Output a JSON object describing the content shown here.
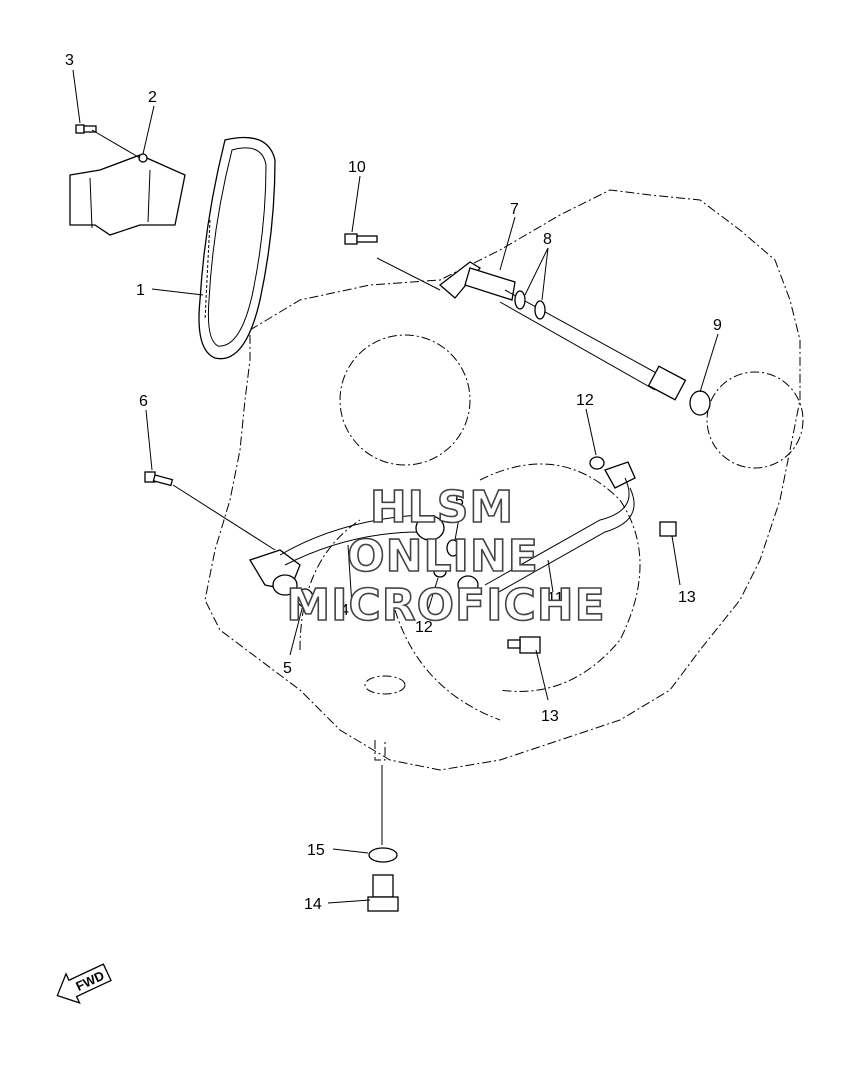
{
  "callouts": [
    {
      "id": "c1",
      "label": "1"
    },
    {
      "id": "c2",
      "label": "2"
    },
    {
      "id": "c3",
      "label": "3"
    },
    {
      "id": "c4",
      "label": "4"
    },
    {
      "id": "c5a",
      "label": "5"
    },
    {
      "id": "c5b",
      "label": "5"
    },
    {
      "id": "c6",
      "label": "6"
    },
    {
      "id": "c7",
      "label": "7"
    },
    {
      "id": "c8",
      "label": "8"
    },
    {
      "id": "c9",
      "label": "9"
    },
    {
      "id": "c10",
      "label": "10"
    },
    {
      "id": "c11",
      "label": "11"
    },
    {
      "id": "c12a",
      "label": "12"
    },
    {
      "id": "c12b",
      "label": "12"
    },
    {
      "id": "c13a",
      "label": "13"
    },
    {
      "id": "c13b",
      "label": "13"
    },
    {
      "id": "c14",
      "label": "14"
    },
    {
      "id": "c15",
      "label": "15"
    }
  ],
  "watermark": {
    "line1": "HLSM",
    "line2": "ONLINE",
    "line3": "MICROFICHE"
  },
  "direction_arrow": {
    "label": "FWD"
  }
}
